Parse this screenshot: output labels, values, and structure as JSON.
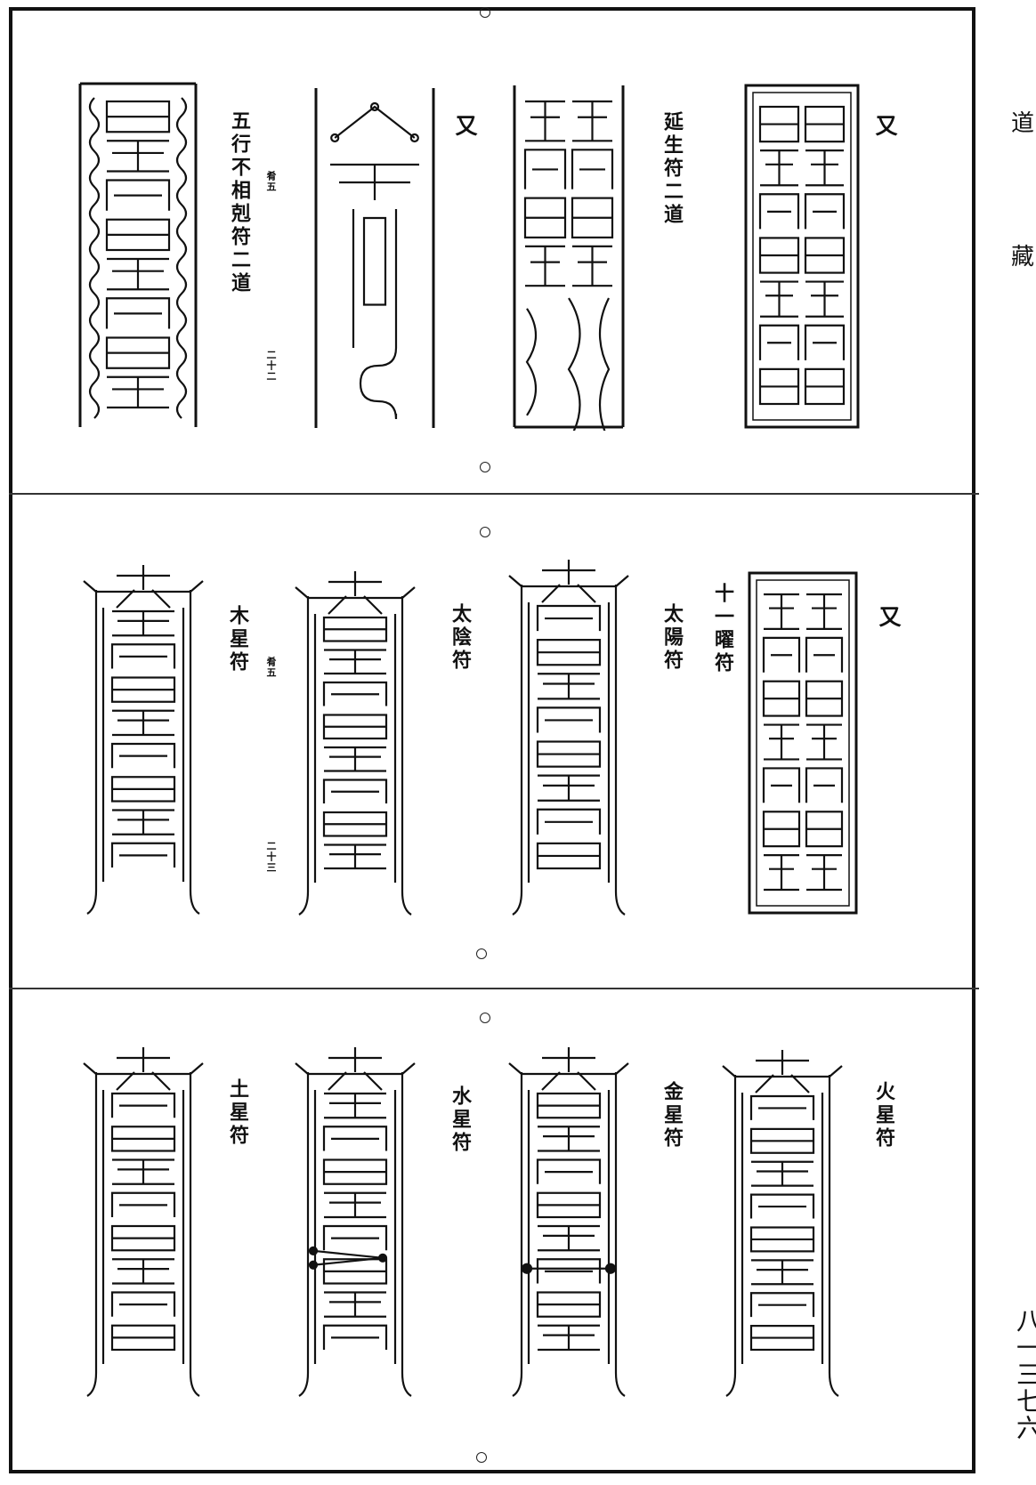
{
  "margin": {
    "title_chars": [
      "道",
      "藏"
    ],
    "page_number": "八一三七六"
  },
  "rows": [
    {
      "labels": [
        {
          "text": "又"
        },
        {
          "text": "延生符二道"
        },
        {
          "text": "又"
        },
        {
          "text": "五行不相剋符二道"
        }
      ],
      "notes": [
        {
          "text": "肴五"
        },
        {
          "text": "二十二"
        }
      ]
    },
    {
      "labels": [
        {
          "text": "又"
        },
        {
          "text": "十一曜符"
        },
        {
          "text": "太陽符"
        },
        {
          "text": "太陰符"
        },
        {
          "text": "木星符"
        }
      ],
      "notes": [
        {
          "text": "肴五"
        },
        {
          "text": "二十三"
        }
      ]
    },
    {
      "labels": [
        {
          "text": "火星符"
        },
        {
          "text": "金星符"
        },
        {
          "text": "水星符"
        },
        {
          "text": "土星符"
        }
      ]
    }
  ],
  "colors": {
    "ink": "#111111",
    "paper": "#ffffff"
  }
}
